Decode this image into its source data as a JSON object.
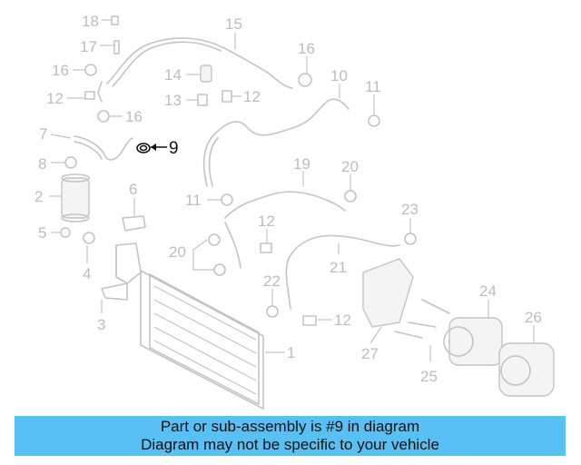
{
  "diagram": {
    "highlight_color": "#111111",
    "part_color": "#c4c4c4",
    "labels": [
      "18",
      "17",
      "16",
      "15",
      "16",
      "14",
      "12",
      "13",
      "12",
      "16",
      "10",
      "11",
      "7",
      "9",
      "8",
      "2",
      "6",
      "5",
      "4",
      "3",
      "11",
      "19",
      "20",
      "12",
      "23",
      "20",
      "22",
      "21",
      "12",
      "24",
      "26",
      "27",
      "25",
      "1"
    ],
    "highlighted_label": "9"
  },
  "caption": {
    "background": "#57c1f5",
    "line1": "Part or sub-assembly is #9 in diagram",
    "line2": "Diagram may not be specific to your vehicle"
  }
}
